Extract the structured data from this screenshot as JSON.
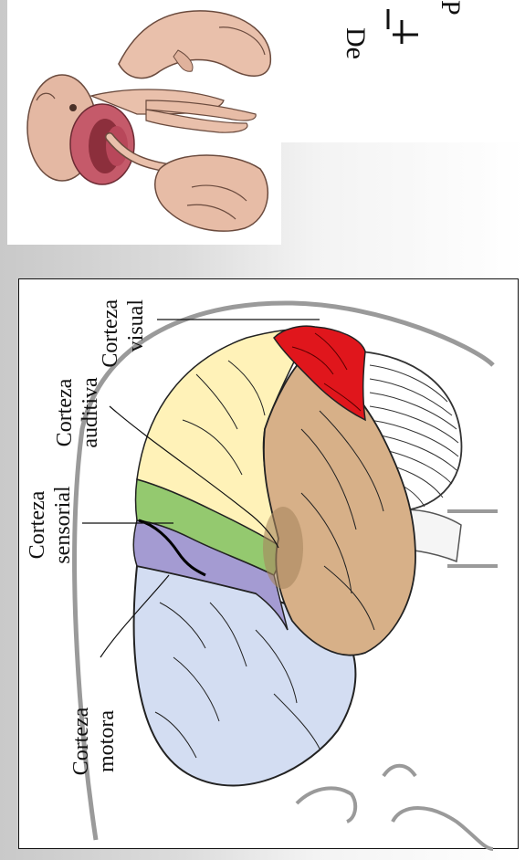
{
  "labels": {
    "corteza_visual": [
      "Corteza",
      "visual"
    ],
    "corteza_auditiva": [
      "Corteza",
      "auditiva"
    ],
    "corteza_sensorial": [
      "Corteza",
      "sensorial"
    ],
    "corteza_motora": [
      "Corteza",
      "motora"
    ]
  },
  "partial_text": [
    "De",
    "P"
  ],
  "colors": {
    "visual": "#e0161c",
    "auditory": "#fff2b8",
    "sensory": "#94c96f",
    "motor": "#a49bd2",
    "frontal": "#d3ddf2",
    "temporal": "#d7b088",
    "outline": "#9a9a9a"
  },
  "icons": [
    "homunculus-figure",
    "brain-diagram"
  ]
}
